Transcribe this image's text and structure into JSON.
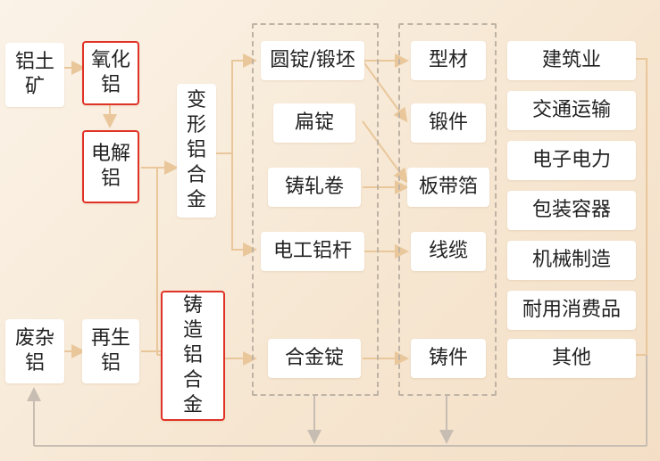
{
  "nodes": {
    "bauxite": "铝土矿",
    "alumina": "氧化铝",
    "electrolytic": "电解铝",
    "scrap": "废杂铝",
    "recycled": "再生铝",
    "wrought_alloy": "变形铝合金",
    "cast_alloy": "铸造铝合金",
    "billet": "圆锭/锻坯",
    "slab": "扁锭",
    "cast_roll": "铸轧卷",
    "rod": "电工铝杆",
    "alloy_ingot": "合金锭",
    "profile": "型材",
    "forging": "锻件",
    "sheet_foil": "板带箔",
    "cable": "线缆",
    "casting": "铸件"
  },
  "end_uses": [
    "建筑业",
    "交通运输",
    "电子电力",
    "包装容器",
    "机械制造",
    "耐用消费品",
    "其他"
  ],
  "colors": {
    "arrow": "#e9c79b",
    "highlight": "#e03226",
    "dash": "#bfb3a5",
    "feedback": "#c7bdb2"
  }
}
